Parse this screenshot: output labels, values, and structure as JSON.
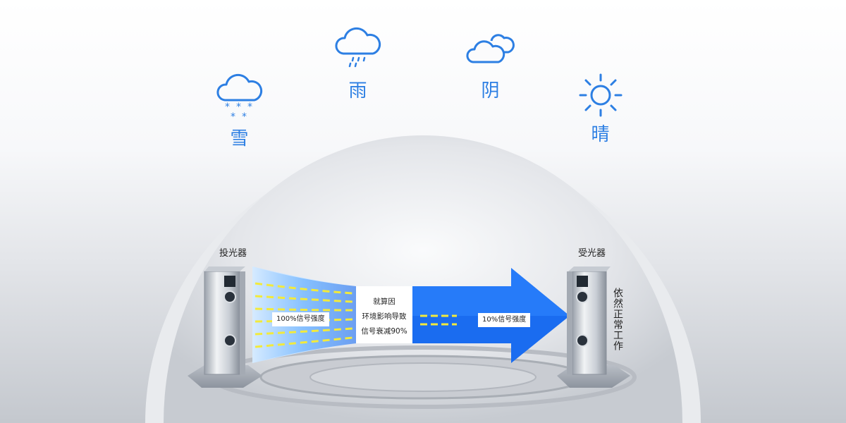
{
  "weather": [
    {
      "key": "snow",
      "label": "雪",
      "icon": "snow-cloud-icon"
    },
    {
      "key": "rain",
      "label": "雨",
      "icon": "rain-cloud-icon"
    },
    {
      "key": "cloudy",
      "label": "阴",
      "icon": "double-cloud-icon"
    },
    {
      "key": "sunny",
      "label": "晴",
      "icon": "sun-icon"
    }
  ],
  "transmitter": {
    "label": "投光器"
  },
  "receiver": {
    "label": "受光器",
    "status": "依然正常工作"
  },
  "signal": {
    "start_label": "100%信号强度",
    "end_label": "10%信号强度",
    "attenuation_lines": [
      "就算因",
      "环境影响导致",
      "信号衰减90%"
    ]
  },
  "colors": {
    "weather_blue": "#2d7fe3",
    "beam_light": "#c8e4ff",
    "beam_dark": "#1a64e6",
    "dash_yellow": "#f2ea3c"
  }
}
